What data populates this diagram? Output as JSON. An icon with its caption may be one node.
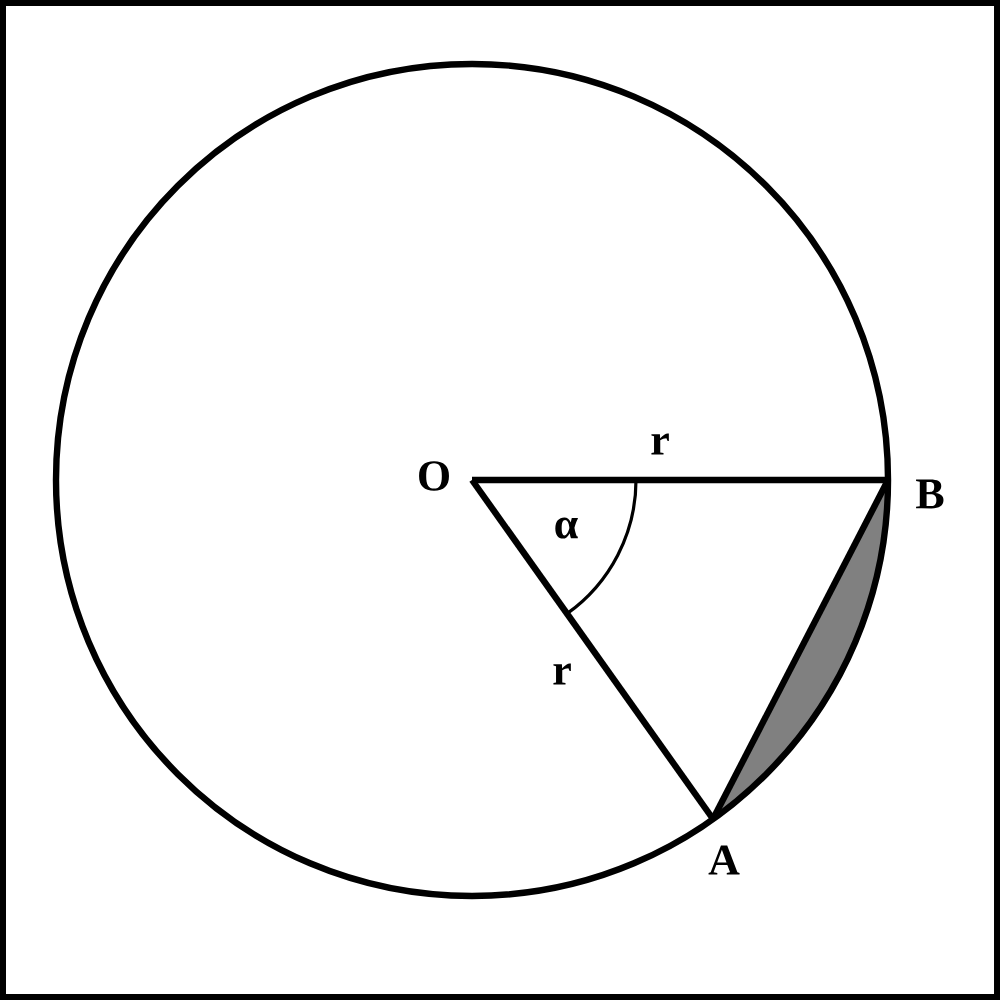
{
  "diagram": {
    "nodes": [
      {
        "text": [
          "O"
        ]
      },
      {
        "text": [
          "B"
        ]
      },
      {
        "text": [
          "A"
        ]
      }
    ],
    "edges": [
      {
        "from": 0,
        "to": 1,
        "arrow": "none",
        "label": "r"
      },
      {
        "from": 0,
        "to": 2,
        "arrow": "none",
        "label": "r"
      },
      {
        "from": 2,
        "to": 1,
        "arrow": "none"
      }
    ],
    "labels": [
      "α"
    ]
  }
}
